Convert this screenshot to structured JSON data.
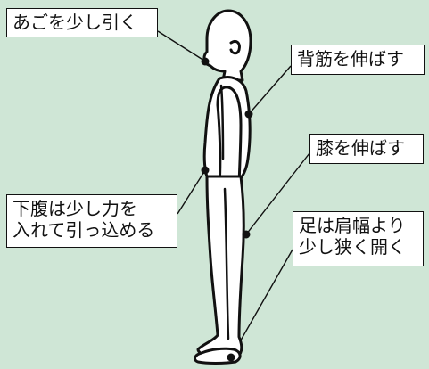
{
  "colors": {
    "background": "#cfe6d6",
    "outline": "#111111",
    "body_fill": "#ffffff"
  },
  "callouts": {
    "chin": "あごを少し引く",
    "back": "背筋を伸ばす",
    "knee": "膝を伸ばす",
    "abdomen_line1": "下腹は少し力を",
    "abdomen_line2": "入れて引っ込める",
    "feet_line1": "足は肩幅より",
    "feet_line2": "少し狭く開く"
  }
}
